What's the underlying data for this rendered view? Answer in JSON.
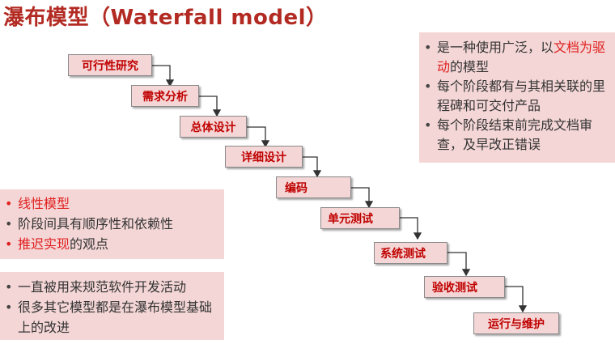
{
  "title": "瀑布模型（Waterfall model）",
  "stages": [
    "可行性研究",
    "需求分析",
    "总体设计",
    "详细设计",
    "编码",
    "单元测试",
    "系统测试",
    "验收测试",
    "运行与维护"
  ],
  "right_panel": {
    "items": [
      {
        "parts": [
          "是一种使用广泛，以",
          "文档为驱动",
          "的模型"
        ]
      },
      {
        "text": "每个阶段都有与其相关联的里程碑和可交付产品"
      },
      {
        "text": "每个阶段结束前完成文档审查，及早改正错误"
      }
    ]
  },
  "left_panel_1": {
    "items": [
      {
        "text": "线性模型"
      },
      {
        "text": "阶段间具有顺序性和依赖性"
      },
      {
        "highlight": "推迟实现",
        "rest": "的观点"
      }
    ]
  },
  "left_panel_2": {
    "items": [
      {
        "text": "一直被用来规范软件开发活动"
      },
      {
        "text": "很多其它模型都是在瀑布模型基础上的改进"
      }
    ]
  },
  "colors": {
    "title": "#b22a22",
    "stage_fill": "#f4d6d6",
    "stage_text": "#c00000",
    "panel_fill": "#f4d6d6",
    "highlight": "#e02020"
  }
}
